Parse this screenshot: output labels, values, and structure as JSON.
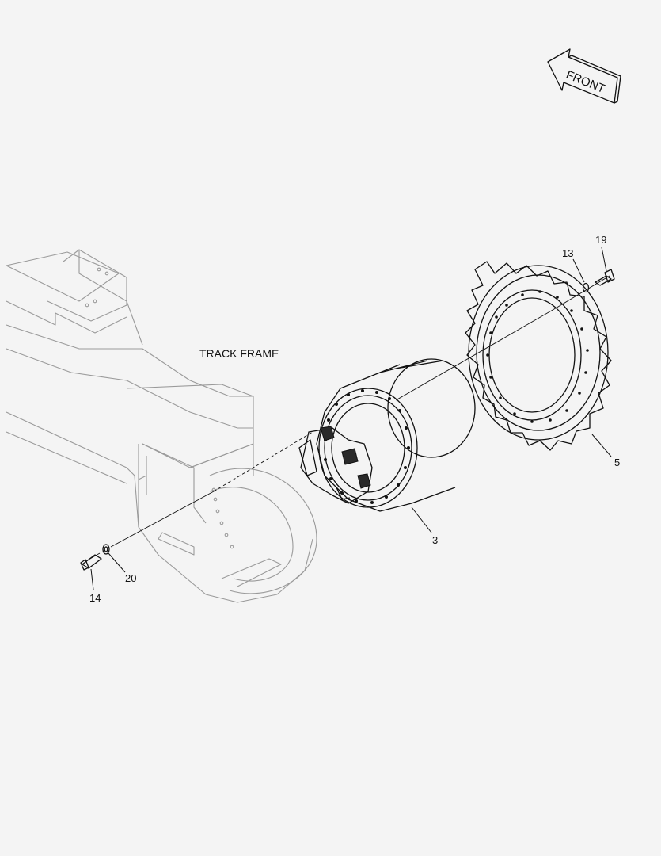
{
  "diagram": {
    "front_arrow_label": "FRONT",
    "track_frame_label": "TRACK FRAME",
    "callouts": {
      "c3": "3",
      "c5": "5",
      "c13": "13",
      "c14": "14",
      "c19": "19",
      "c20": "20"
    }
  },
  "colors": {
    "background": "#f4f4f4",
    "line_dark": "#111111",
    "line_faint": "#9a9a9a"
  },
  "icons": {
    "front_arrow": "front-direction-arrow-icon"
  }
}
